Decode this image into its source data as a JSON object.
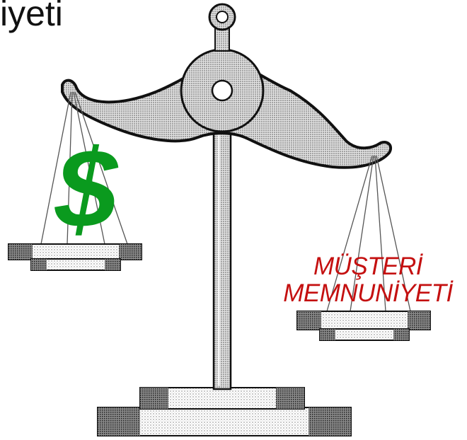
{
  "title_fragment": "iyeti",
  "left_pan": {
    "symbol": "$",
    "symbol_color": "#0a9a1e"
  },
  "right_pan": {
    "label_line1": "MÜŞTERİ",
    "label_line2": "MEMNUNİYETİ",
    "label_color": "#c41010"
  },
  "colors": {
    "ink": "#111111",
    "stipple_light": "#d6d6d6",
    "stipple_dark": "#6e6e6e"
  }
}
